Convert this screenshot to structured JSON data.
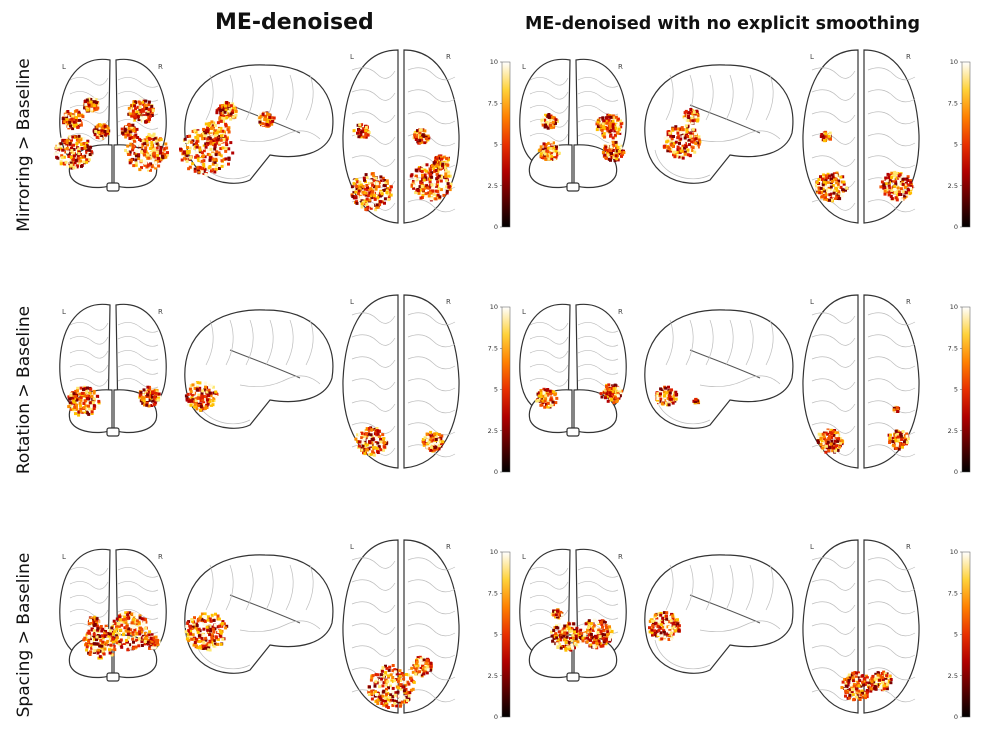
{
  "column_titles": [
    "ME-denoised",
    "ME-denoised with no explicit smoothing"
  ],
  "orientation_labels": {
    "left": "L",
    "right": "R"
  },
  "colorbar": {
    "ticks": [
      "10",
      "7.5",
      "5",
      "2.5",
      "0"
    ],
    "range": [
      0,
      10
    ],
    "colormap": "cold_hot"
  },
  "rows": [
    {
      "label": "Mirroring > Baseline",
      "panels": [
        {
          "coronal": [
            [
              72,
              118,
              4
            ],
            [
              90,
              104,
              3
            ],
            [
              72,
              150,
              7
            ],
            [
              140,
              110,
              5
            ],
            [
              145,
              150,
              8
            ],
            [
              100,
              130,
              3
            ],
            [
              128,
              130,
              3
            ]
          ],
          "sagittal": [
            [
              205,
              150,
              10
            ],
            [
              225,
              110,
              4
            ],
            [
              265,
              118,
              3
            ],
            [
              215,
              130,
              5
            ]
          ],
          "axial": [
            [
              370,
              190,
              8
            ],
            [
              430,
              180,
              8
            ],
            [
              360,
              130,
              3
            ],
            [
              420,
              135,
              3
            ],
            [
              440,
              160,
              3
            ]
          ]
        },
        {
          "coronal": [
            [
              548,
              120,
              3
            ],
            [
              548,
              150,
              4
            ],
            [
              608,
              125,
              5
            ],
            [
              612,
              150,
              4
            ]
          ],
          "sagittal": [
            [
              680,
              140,
              7
            ],
            [
              690,
              115,
              3
            ]
          ],
          "axial": [
            [
              830,
              185,
              6
            ],
            [
              895,
              185,
              6
            ],
            [
              825,
              135,
              2
            ]
          ]
        }
      ]
    },
    {
      "label": "Rotation > Baseline",
      "panels": [
        {
          "coronal": [
            [
              82,
              400,
              6
            ],
            [
              148,
              395,
              4
            ]
          ],
          "sagittal": [
            [
              200,
              395,
              6
            ]
          ],
          "axial": [
            [
              370,
              440,
              6
            ],
            [
              432,
              440,
              4
            ]
          ]
        },
        {
          "coronal": [
            [
              545,
              397,
              4
            ],
            [
              610,
              392,
              4
            ]
          ],
          "sagittal": [
            [
              665,
              395,
              4
            ],
            [
              695,
              400,
              1
            ]
          ],
          "axial": [
            [
              828,
              440,
              5
            ],
            [
              897,
              438,
              4
            ],
            [
              895,
              408,
              1
            ]
          ]
        }
      ]
    },
    {
      "label": "Spacing > Baseline",
      "panels": [
        {
          "coronal": [
            [
              100,
              640,
              7
            ],
            [
              128,
              630,
              8
            ],
            [
              92,
              620,
              2
            ],
            [
              150,
              640,
              3
            ]
          ],
          "sagittal": [
            [
              205,
              630,
              8
            ]
          ],
          "axial": [
            [
              390,
              685,
              9
            ],
            [
              420,
              665,
              4
            ]
          ]
        },
        {
          "coronal": [
            [
              565,
              635,
              6
            ],
            [
              595,
              632,
              6
            ],
            [
              556,
              612,
              2
            ]
          ],
          "sagittal": [
            [
              663,
              625,
              6
            ]
          ],
          "axial": [
            [
              855,
              685,
              6
            ],
            [
              880,
              680,
              4
            ]
          ]
        }
      ]
    }
  ]
}
